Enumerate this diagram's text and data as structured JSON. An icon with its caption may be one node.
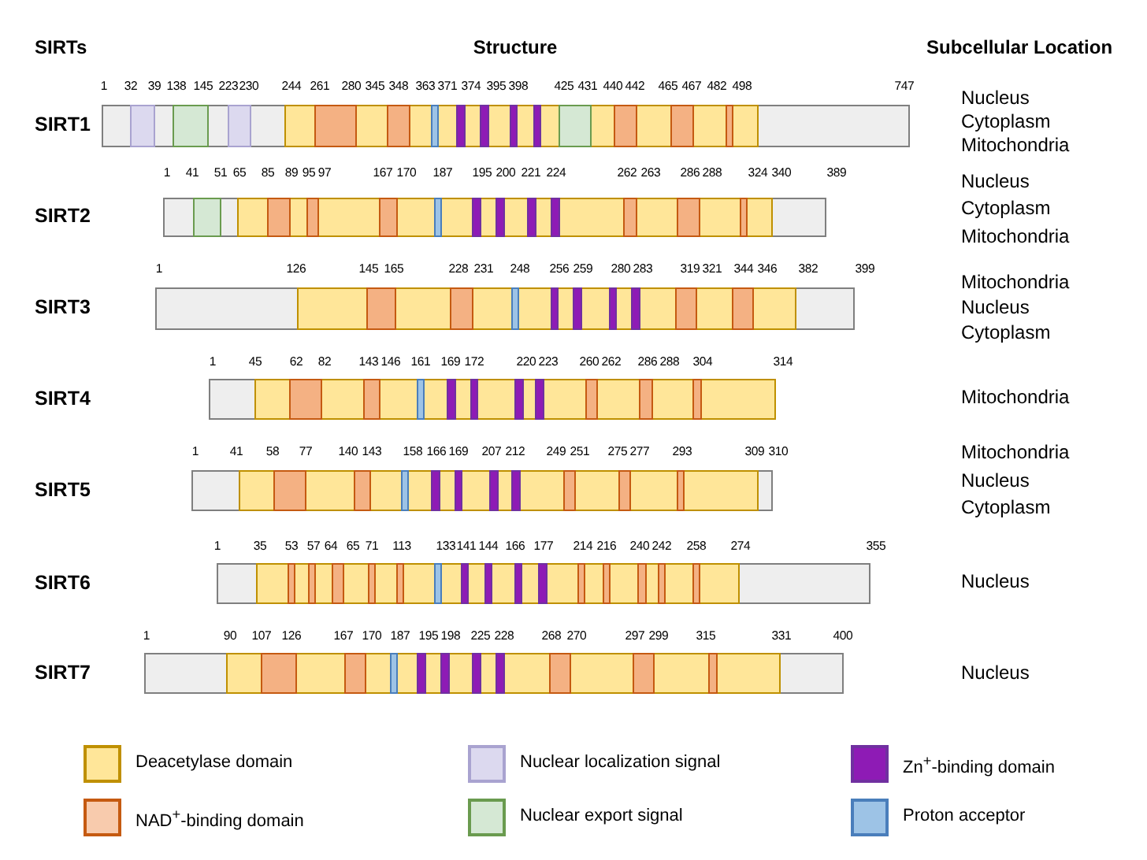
{
  "diagram": {
    "labels": [
      "SIRTs",
      "Structure",
      "Subcellular Location",
      "1",
      "32",
      "39",
      "138",
      "145",
      "223",
      "230",
      "244",
      "261",
      "280",
      "345",
      "348",
      "363",
      "371",
      "374",
      "395",
      "398",
      "425",
      "431",
      "440",
      "442",
      "465",
      "467",
      "482",
      "498",
      "747",
      "SIRT1",
      "Nucleus",
      "Cytoplasm",
      "Mitochondria",
      "1",
      "41",
      "51",
      "65",
      "85",
      "89",
      "95",
      "97",
      "167",
      "170",
      "187",
      "195",
      "200",
      "221",
      "224",
      "262",
      "263",
      "286",
      "288",
      "324",
      "340",
      "389",
      "SIRT2",
      "Nucleus",
      "Cytoplasm",
      "Mitochondria",
      "1",
      "126",
      "145",
      "165",
      "228",
      "231",
      "248",
      "256",
      "259",
      "280",
      "283",
      "319",
      "321",
      "344",
      "346",
      "382",
      "399",
      "SIRT3",
      "Mitochondria",
      "Nucleus",
      "Cytoplasm",
      "1",
      "45",
      "62",
      "82",
      "143",
      "146",
      "161",
      "169",
      "172",
      "220",
      "223",
      "260",
      "262",
      "286",
      "288",
      "304",
      "314",
      "SIRT4",
      "Mitochondria",
      "1",
      "41",
      "58",
      "77",
      "140",
      "143",
      "158",
      "166",
      "169",
      "207",
      "212",
      "249",
      "251",
      "275",
      "277",
      "293",
      "309",
      "310",
      "SIRT5",
      "Mitochondria",
      "Nucleus",
      "Cytoplasm",
      "1",
      "35",
      "53",
      "57",
      "64",
      "65",
      "71",
      "113",
      "133",
      "141",
      "144",
      "166",
      "177",
      "214",
      "216",
      "240",
      "242",
      "258",
      "274",
      "355",
      "SIRT6",
      "Nucleus",
      "1",
      "90",
      "107",
      "126",
      "167",
      "170",
      "187",
      "195",
      "198",
      "225",
      "228",
      "268",
      "270",
      "297",
      "299",
      "315",
      "331",
      "400",
      "SIRT7",
      "Nucleus"
    ],
    "legend": [
      {
        "text": "Deacetylase domain",
        "color": "#ffe699"
      },
      {
        "text": "Nuclear localization signal",
        "color": "#dcd9ef"
      },
      {
        "text": "Zn$^{+}$-binding domain",
        "color": "#8e1bb5"
      },
      {
        "text": "NAD$^{+}$-binding domain",
        "color": "#f8cbad"
      },
      {
        "text": "Nuclear export signal",
        "color": "#d5e8d4"
      },
      {
        "text": "Proton acceptor",
        "color": "#9dc3e6"
      }
    ]
  }
}
